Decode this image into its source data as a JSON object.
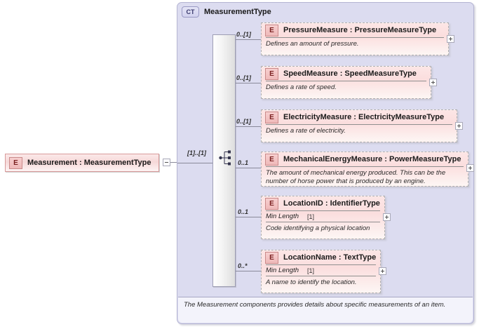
{
  "root_element": {
    "icon": "element-icon",
    "icon_label": "E",
    "label": "Measurement : MeasurementType",
    "collapse_toggle": "-",
    "occurrence": "[1]..[1]"
  },
  "complex_type": {
    "icon_label": "CT",
    "name": "MeasurementType",
    "compositor": "sequence",
    "annotation": "The Measurement components provides details about specific measurements of an item."
  },
  "elements": [
    {
      "icon_label": "E",
      "name": "PressureMeasure : PressureMeasureType",
      "occurrence": "0..[1]",
      "documentation": "Defines an amount of pressure.",
      "facet": null,
      "expand_toggle": "+"
    },
    {
      "icon_label": "E",
      "name": "SpeedMeasure : SpeedMeasureType",
      "occurrence": "0..[1]",
      "documentation": "Defines a rate of speed.",
      "facet": null,
      "expand_toggle": "+"
    },
    {
      "icon_label": "E",
      "name": "ElectricityMeasure : ElectricityMeasureType",
      "occurrence": "0..[1]",
      "documentation": "Defines a rate of electricity.",
      "facet": null,
      "expand_toggle": "+"
    },
    {
      "icon_label": "E",
      "name": "MechanicalEnergyMeasure : PowerMeasureType",
      "occurrence": "0..1",
      "documentation": "The amount of mechanical energy produced.  This can be the number of horse power that is produced by an engine.",
      "facet": null,
      "expand_toggle": "+"
    },
    {
      "icon_label": "E",
      "name": "LocationID : IdentifierType",
      "occurrence": "0..1",
      "documentation": "Code identifying a physical location",
      "facet": {
        "name": "Min Length",
        "value": "[1]"
      },
      "expand_toggle": "+"
    },
    {
      "icon_label": "E",
      "name": "LocationName : TextType",
      "occurrence": "0..*",
      "documentation": "A name to identify the location.",
      "facet": {
        "name": "Min Length",
        "value": "[1]"
      },
      "expand_toggle": "+"
    }
  ],
  "colors": {
    "element_fill": "#fbdede",
    "element_border": "#b0b0b0",
    "panel_fill": "#dcdcf0",
    "panel_border": "#b4b4d2",
    "icon_red": "#7a2020",
    "connector": "#8a8a9a"
  }
}
